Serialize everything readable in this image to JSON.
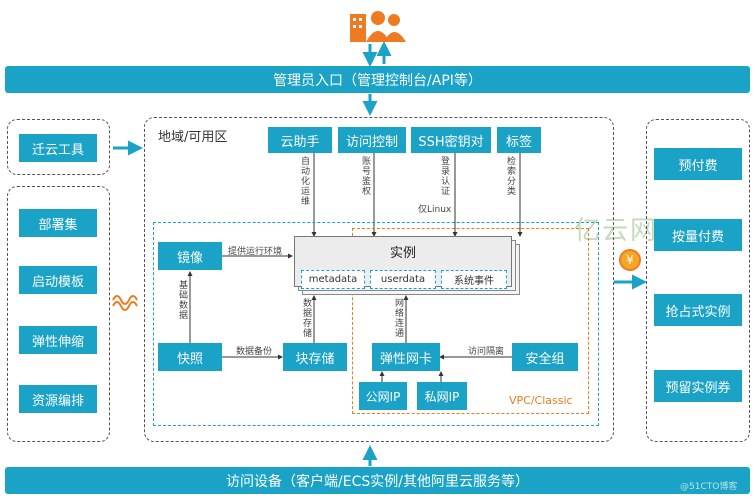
{
  "top_bar": {
    "label": "管理员入口（管理控制台/API等）"
  },
  "bottom_bar": {
    "label": "访问设备（客户端/ECS实例/其他阿里云服务等）"
  },
  "region": {
    "title": "地域/可用区"
  },
  "left_tool": {
    "label": "迁云工具"
  },
  "left_group": {
    "items": [
      "部署集",
      "启动模板",
      "弹性伸缩",
      "资源编排"
    ]
  },
  "top_services": [
    "云助手",
    "访问控制",
    "SSH密钥对",
    "标签"
  ],
  "top_notes": [
    "自动化运维",
    "账号鉴权",
    "登录认证",
    "仅Linux",
    "检索分类"
  ],
  "instance": {
    "title": "实例",
    "tags": [
      "metadata",
      "userdata",
      "系统事件"
    ]
  },
  "image": {
    "label": "镜像",
    "note": "提供运行环境"
  },
  "snapshot": {
    "label": "快照",
    "note_v": "基础数据",
    "note_h": "数据备份"
  },
  "block_storage": {
    "label": "块存储",
    "note_v": "数据存储"
  },
  "eni": {
    "label": "弹性网卡",
    "note_v": "网络连通"
  },
  "security_group": {
    "label": "安全组",
    "note": "访问隔离"
  },
  "public_ip": {
    "label": "公网IP"
  },
  "private_ip": {
    "label": "私网IP"
  },
  "vpc": {
    "label": "VPC/Classic"
  },
  "billing": {
    "items": [
      "预付费",
      "按量付费",
      "抢占式实例",
      "预留实例券"
    ]
  },
  "watermark": {
    "text": "亿云网",
    "footer": "@51CTO博客"
  },
  "colors": {
    "primary": "#1aa2c7",
    "orange": "#ee7b22",
    "dash": "#555555"
  }
}
